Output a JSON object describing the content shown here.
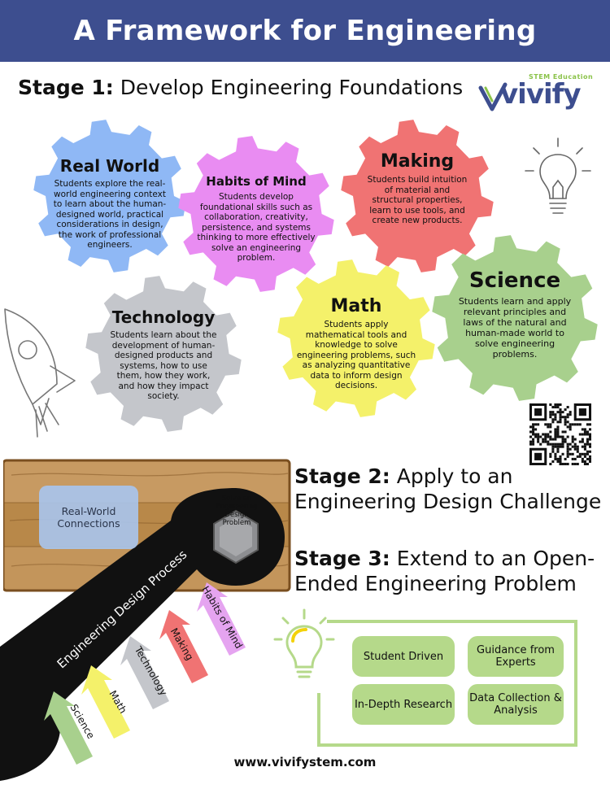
{
  "header": {
    "title": "A Framework for Engineering Learning"
  },
  "logo": {
    "brand": "vivify",
    "tagline": "STEM Education"
  },
  "stage1": {
    "label": "Stage 1:",
    "text": "Develop Engineering Foundations"
  },
  "gears": [
    {
      "title": "Real World",
      "color": "#8fb8f5",
      "desc": "Students explore the real-world engineering context to learn about the human-designed world, practical considerations in design, the work of professional engineers."
    },
    {
      "title": "Habits of Mind",
      "color": "#e98cf2",
      "desc": "Students develop foundational skills such as collaboration, creativity, persistence, and systems thinking to more effectively solve an engineering problem."
    },
    {
      "title": "Making",
      "color": "#f07373",
      "desc": "Students build intuition of material and structural properties, learn to use tools, and create new products."
    },
    {
      "title": "Technology",
      "color": "#c4c6cb",
      "desc": "Students learn about the development of human-designed products and systems, how to use them, how they work, and how they impact society."
    },
    {
      "title": "Math",
      "color": "#f4f16a",
      "desc": "Students apply mathematical tools and knowledge to solve engineering problems, such as analyzing quantitative data to inform design decisions."
    },
    {
      "title": "Science",
      "color": "#a8d08d",
      "desc": "Students learn and apply relevant principles and laws of the natural and human-made world to solve engineering problems."
    }
  ],
  "stage2": {
    "label": "Stage 2:",
    "line1": "Apply to an",
    "line2": "Engineering Design Challenge"
  },
  "stage3": {
    "label": "Stage 3:",
    "line1": "Extend to an Open-",
    "line2": "Ended Engineering Problem"
  },
  "wrench": {
    "connections": "Real-World Connections",
    "bolt": "Solve an Engineering Design Problem",
    "process": "Engineering Design Process",
    "arrows": [
      {
        "label": "Science",
        "color": "#a8d08d"
      },
      {
        "label": "Math",
        "color": "#f4f16a"
      },
      {
        "label": "Technology",
        "color": "#c4c6cb"
      },
      {
        "label": "Making",
        "color": "#f07373"
      },
      {
        "label": "Habits of Mind",
        "color": "#e5a4f0"
      }
    ]
  },
  "stage3_items": [
    "Student Driven",
    "Guidance from Experts",
    "In-Depth Research",
    "Data Collection & Analysis"
  ],
  "footer": {
    "url": "www.vivifystem.com"
  }
}
